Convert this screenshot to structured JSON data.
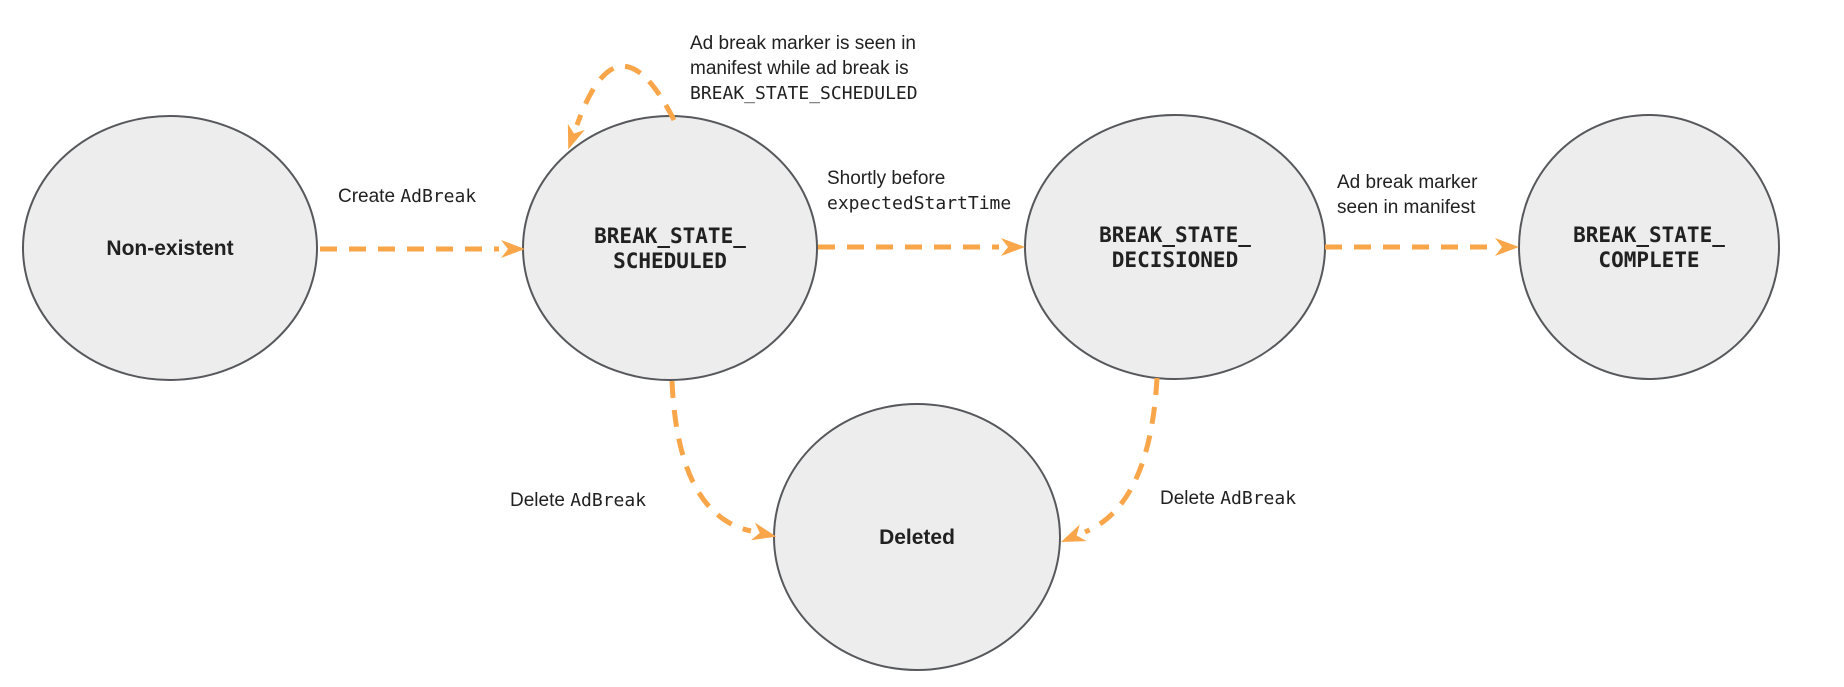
{
  "colors": {
    "arrow": "#F9A64A",
    "node_fill": "#EDEDED",
    "node_stroke": "#56585C",
    "text": "#212121",
    "background": "#FFFFFF"
  },
  "states": {
    "non_existent": {
      "label": "Non-existent"
    },
    "scheduled": {
      "line1": "BREAK_STATE_",
      "line2": "SCHEDULED"
    },
    "decisioned": {
      "line1": "BREAK_STATE_",
      "line2": "DECISIONED"
    },
    "complete": {
      "line1": "BREAK_STATE_",
      "line2": "COMPLETE"
    },
    "deleted": {
      "label": "Deleted"
    }
  },
  "transitions": {
    "create": {
      "text": "Create",
      "code": "AdBreak"
    },
    "self_loop": {
      "line1": "Ad break marker is seen in",
      "line2": "manifest while ad break is",
      "code": "BREAK_STATE_SCHEDULED"
    },
    "to_decisioned": {
      "text": "Shortly before",
      "code": "expectedStartTime"
    },
    "to_complete": {
      "line1": "Ad break marker",
      "line2": "seen in manifest"
    },
    "delete_from_scheduled": {
      "text": "Delete",
      "code": "AdBreak"
    },
    "delete_from_decisioned": {
      "text": "Delete",
      "code": "AdBreak"
    }
  }
}
